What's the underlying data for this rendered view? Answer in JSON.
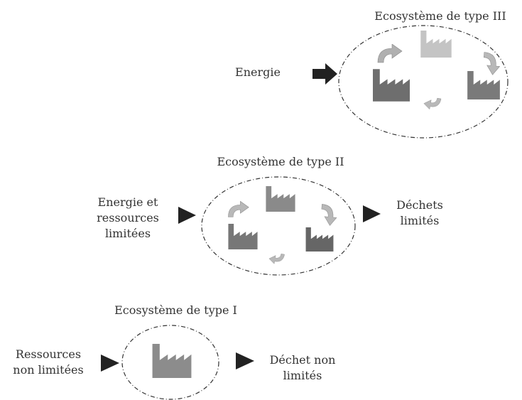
{
  "type3": {
    "title": "Ecosystème de type III",
    "input": "Energie",
    "output": ""
  },
  "type2": {
    "title": "Ecosystème de type II",
    "input_line1": "Energie et",
    "input_line2": "ressources",
    "input_line3": "limitées",
    "output_line1": "Déchets",
    "output_line2": "limités"
  },
  "type1": {
    "title": "Ecosystème de type I",
    "input_line1": "Ressources",
    "input_line2": "non limitées",
    "output_line1": "Déchet non",
    "output_line2": "limités"
  }
}
